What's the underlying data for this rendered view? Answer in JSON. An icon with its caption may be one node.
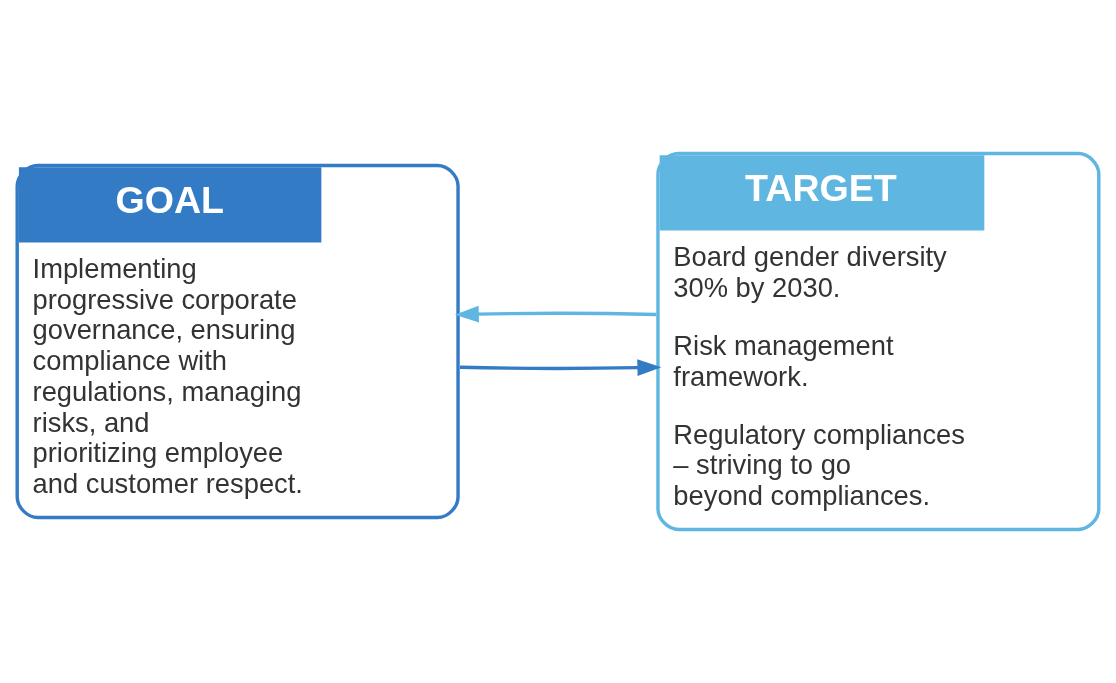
{
  "diagram": {
    "nodes": [
      {
        "text": [
          "GOAL",
          "Implementing progressive corporate governance, ensuring compliance with regulations, managing risks, and prioritizing employee and customer respect."
        ]
      },
      {
        "text": [
          "TARGET",
          "Board gender diversity 30% by 2030.",
          "Risk management framework.",
          "Regulatory compliances – striving to go beyond compliances."
        ]
      }
    ],
    "edges": [
      {
        "from": 0,
        "to": 1,
        "arrow": "to",
        "color": "#337bc4"
      },
      {
        "from": 1,
        "to": 0,
        "arrow": "to",
        "color": "#5fb6e0"
      }
    ]
  }
}
